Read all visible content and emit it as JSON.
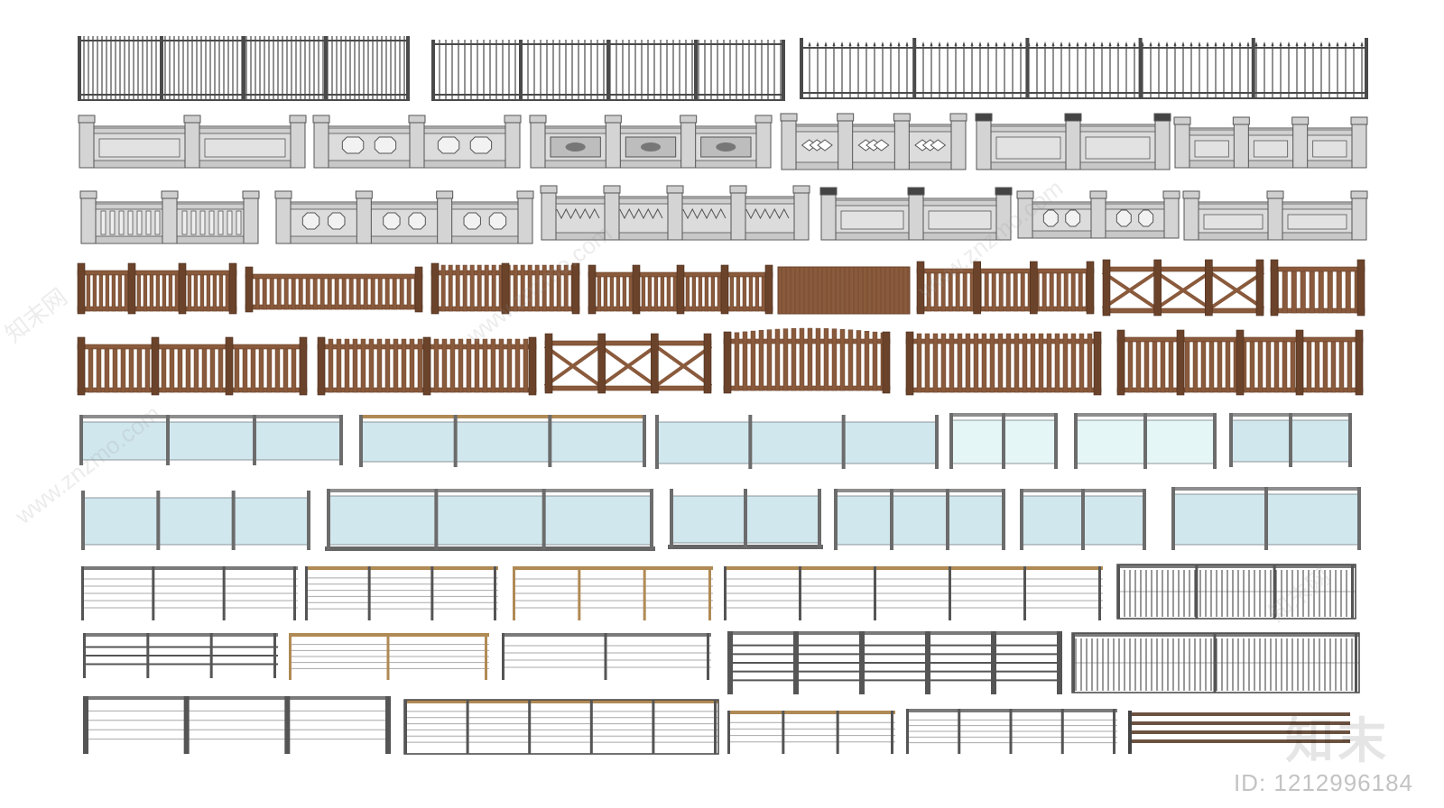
{
  "watermark": {
    "site": "www.znzmo.com",
    "logo": "知末",
    "id_text": "ID: 1212996184",
    "brand": "知末网"
  },
  "colors": {
    "metal": "#4a4a4a",
    "stone_fill": "#dcdcdc",
    "stone_line": "#555555",
    "wood": "#8a5a3c",
    "wood_dark": "#6b432b",
    "glass": "#cfe6ee",
    "glass_line": "#6f7a80",
    "steel": "#8a8a8a",
    "brass": "#b08a55"
  },
  "rows": [
    {
      "name": "iron-picket-fences",
      "material": "iron",
      "count": 3
    },
    {
      "name": "stone-balustrades-1",
      "material": "stone",
      "count": 6
    },
    {
      "name": "stone-balustrades-2",
      "material": "stone",
      "count": 6
    },
    {
      "name": "wood-railings-1",
      "material": "wood",
      "count": 8
    },
    {
      "name": "wood-fences-2",
      "material": "wood",
      "count": 6
    },
    {
      "name": "glass-railings-1",
      "material": "glass",
      "count": 6
    },
    {
      "name": "glass-railings-2",
      "material": "glass",
      "count": 6
    },
    {
      "name": "cable-railings-1",
      "material": "steel",
      "count": 5
    },
    {
      "name": "cable-railings-2",
      "material": "steel",
      "count": 5
    },
    {
      "name": "cable-railings-3",
      "material": "steel",
      "count": 5
    }
  ]
}
